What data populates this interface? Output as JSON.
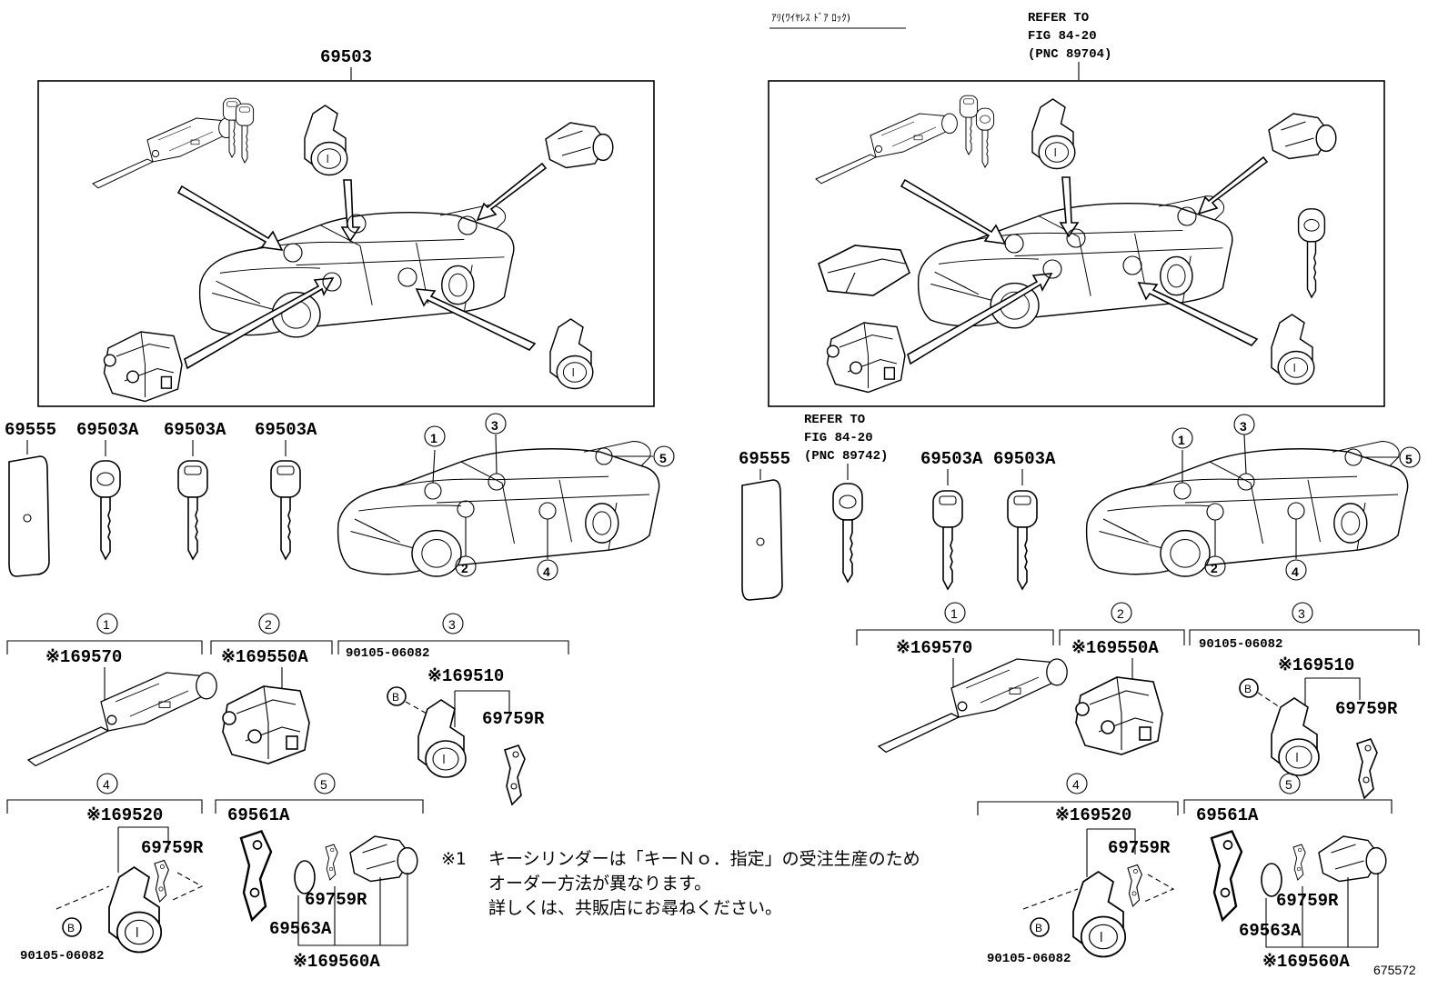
{
  "figure_number": "675572",
  "left_panel": {
    "assembly_label": "69503",
    "parts": {
      "holder": "69555",
      "key_a": "69503A",
      "key_b": "69503A",
      "key_c": "69503A"
    },
    "car_callouts": [
      "1",
      "2",
      "3",
      "4",
      "5"
    ],
    "groups": [
      {
        "num": "1",
        "parts": [
          "※169570"
        ]
      },
      {
        "num": "2",
        "parts": [
          "※169550A"
        ]
      },
      {
        "num": "3",
        "parts": [
          "90105-06082",
          "※169510",
          "69759R"
        ]
      },
      {
        "num": "4",
        "parts": [
          "※169520",
          "69759R",
          "90105-06082"
        ]
      },
      {
        "num": "5",
        "parts": [
          "69561A",
          "69759R",
          "69563A",
          "※169560A"
        ]
      }
    ],
    "bolt_marker": "B"
  },
  "right_panel": {
    "variant_label": "ｱﾘ(ﾜｲﾔﾚｽ ﾄﾞｱ ﾛｯｸ)",
    "refer_top": [
      "REFER TO",
      "FIG 84-20",
      "(PNC 89704)"
    ],
    "refer_key": [
      "REFER TO",
      "FIG 84-20",
      "(PNC 89742)"
    ],
    "parts": {
      "holder": "69555",
      "key_b": "69503A",
      "key_c": "69503A"
    },
    "car_callouts": [
      "1",
      "2",
      "3",
      "4",
      "5"
    ],
    "groups": [
      {
        "num": "1",
        "parts": [
          "※169570"
        ]
      },
      {
        "num": "2",
        "parts": [
          "※169550A"
        ]
      },
      {
        "num": "3",
        "parts": [
          "90105-06082",
          "※169510",
          "69759R"
        ]
      },
      {
        "num": "4",
        "parts": [
          "※169520",
          "69759R",
          "90105-06082"
        ]
      },
      {
        "num": "5",
        "parts": [
          "69561A",
          "69759R",
          "69563A",
          "※169560A"
        ]
      }
    ],
    "bolt_marker": "B"
  },
  "note": {
    "mark": "※1",
    "lines": [
      "キーシリンダーは「キーＮｏ．指定」の受注生産のため",
      "オーダー方法が異なります。",
      "詳しくは、共販店にお尋ねください。"
    ]
  }
}
